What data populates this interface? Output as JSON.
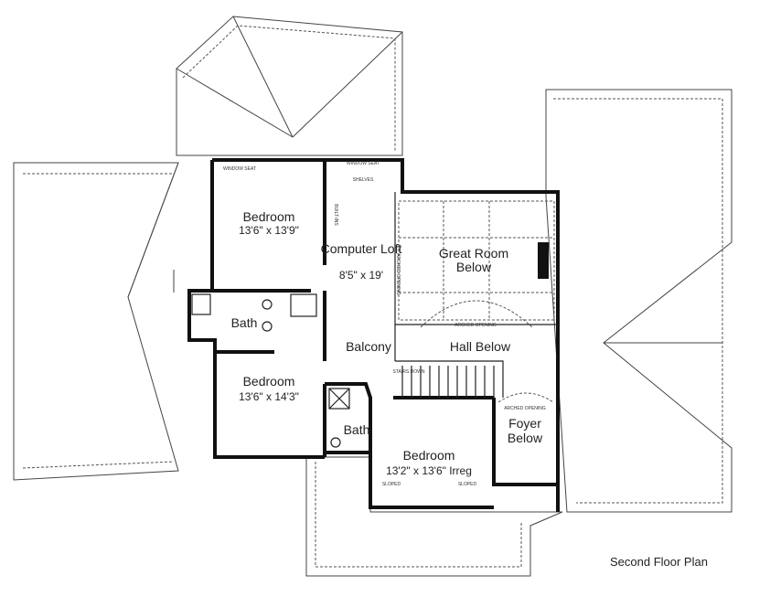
{
  "caption": "Second Floor Plan",
  "rooms": [
    {
      "name": "Bedroom",
      "size": "13'6\" x 13'9\""
    },
    {
      "name": "Computer Loft",
      "size": "8'5\" x 19'"
    },
    {
      "name": "Great Room Below",
      "size": ""
    },
    {
      "name": "Bath",
      "size": ""
    },
    {
      "name": "Balcony",
      "size": ""
    },
    {
      "name": "Hall Below",
      "size": ""
    },
    {
      "name": "Bedroom",
      "size": "13'6\" x 14'3\""
    },
    {
      "name": "Bath",
      "size": ""
    },
    {
      "name": "Bedroom",
      "size": "13'2\" x 13'6\" Irreg"
    },
    {
      "name": "Foyer Below",
      "size": ""
    }
  ],
  "notes": {
    "window_seat_1": "WINDOW SEAT",
    "window_seat_2": "WINDOW SEAT",
    "shelves": "SHELVES",
    "built_ins": "BUILT-INS",
    "arched_opening_1": "ARCHED OPENING",
    "arched_opening_2": "ARCHED OPENING",
    "arched_opening_3": "ARCHED OPENING",
    "stairs_down": "STAIRS DOWN",
    "sloped_1": "SLOPED",
    "sloped_2": "SLOPED"
  }
}
